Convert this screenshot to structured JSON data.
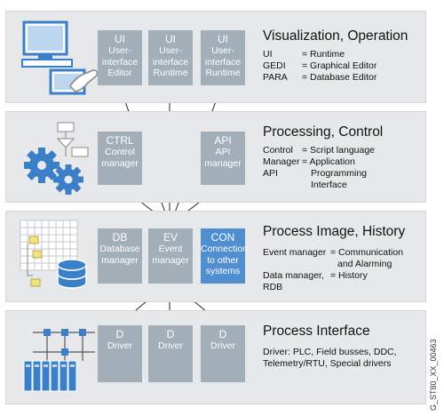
{
  "layers": [
    {
      "title": "Visualization, Operation",
      "icon": "computer-hand-icon",
      "boxes": [
        {
          "code": "UI",
          "lines": [
            "User-",
            "interface",
            "Editor"
          ]
        },
        {
          "code": "UI",
          "lines": [
            "User-",
            "interface",
            "Runtime"
          ]
        },
        {
          "code": "UI",
          "lines": [
            "User-",
            "interface",
            "Runtime"
          ]
        }
      ],
      "legend": [
        {
          "key": "UI",
          "value": "= Runtime"
        },
        {
          "key": "GEDI",
          "value": "= Graphical Editor"
        },
        {
          "key": "PARA",
          "value": "= Database Editor"
        }
      ]
    },
    {
      "title": "Processing, Control",
      "icon": "gears-flowchart-icon",
      "boxes": [
        {
          "code": "CTRL",
          "lines": [
            "Control",
            "manager"
          ]
        },
        {
          "code": "API",
          "lines": [
            "API",
            "manager"
          ]
        }
      ],
      "legend": [
        {
          "key": "Control",
          "value": "= Script language"
        },
        {
          "key": "Manager",
          "value": "= Application"
        },
        {
          "key": "API",
          "value": "Programming"
        },
        {
          "key": "",
          "value": "Interface"
        }
      ]
    },
    {
      "title": "Process Image, History",
      "icon": "database-table-icon",
      "boxes": [
        {
          "code": "DB",
          "lines": [
            "Database",
            "manager"
          ]
        },
        {
          "code": "EV",
          "lines": [
            "Event",
            "manager"
          ]
        },
        {
          "code": "CON",
          "lines": [
            "Connection",
            "to other",
            "systems"
          ]
        }
      ],
      "legend": [
        {
          "key": "Event manager",
          "value": "= Communication"
        },
        {
          "key": "",
          "value": "and Alarming"
        },
        {
          "key": "Data manager,",
          "value": "= History"
        },
        {
          "key": "RDB",
          "value": ""
        }
      ]
    },
    {
      "title": "Process Interface",
      "icon": "field-devices-icon",
      "boxes": [
        {
          "code": "D",
          "lines": [
            "Driver"
          ]
        },
        {
          "code": "D",
          "lines": [
            "Driver"
          ]
        },
        {
          "code": "D",
          "lines": [
            "Driver"
          ]
        }
      ],
      "legend": [
        {
          "key": "Driver: PLC, Field busses, DDC,",
          "value": ""
        },
        {
          "key": "Telemetry/RTU, Special drivers",
          "value": ""
        }
      ]
    }
  ],
  "side_label": "G_ST80_XX_00463",
  "colors": {
    "band": "#e7e8e9",
    "box": "#a2aeb8",
    "box_highlight": "#4f8fd1",
    "icon_blue": "#3a7fc9"
  }
}
